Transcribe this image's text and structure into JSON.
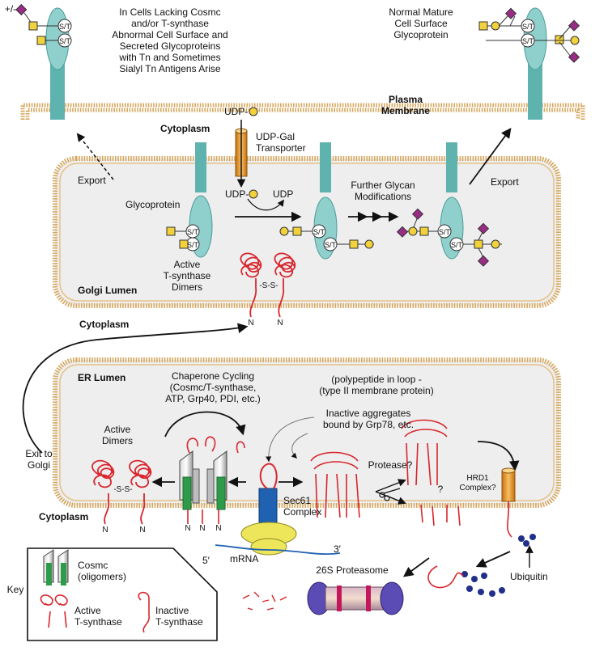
{
  "colors": {
    "glycoprotein": "#8fcfcc",
    "glycoprotein_stem": "#5fb3af",
    "membrane": "#e0a860",
    "compartment_fill": "#eeeeee",
    "galnac_square": "#f2d23c",
    "galactose_circle": "#f2d23c",
    "sialic_acid_diamond": "#992c84",
    "tsynthase_red": "#d8262e",
    "cosmc_green": "#2e9b4a",
    "transporter_orange": "#e89a2a",
    "sec61_blue": "#1f62b2",
    "ribosome_yellow": "#ede65a",
    "ubiquitin_blue": "#1f2f8a",
    "proteasome": "#6a4fa8"
  },
  "labels": {
    "abnormal_note": "In Cells Lacking Cosmc\nand/or T-synthase\nAbnormal Cell Surface and\nSecreted Glycoproteins\nwith Tn and  Sometimes\nSialyl Tn Antigens Arise",
    "plus_minus": "+/-",
    "normal_note": "Normal Mature\nCell Surface\nGlycoprotein",
    "plasma_membrane": "Plasma\nMembrane",
    "cytoplasm_top": "Cytoplasm",
    "udp_gal_input": "UDP-",
    "udp_gal_transporter": "UDP-Gal\nTransporter",
    "udp_gal_lumen": "UDP-",
    "udp_product": "UDP",
    "export_left": "Export",
    "export_right": "Export",
    "glycoprotein": "Glycoprotein",
    "further_glycan": "Further Glycan\nModifications",
    "active_dimers_golgi": "Active\nT-synthase\nDimers",
    "golgi_lumen": "Golgi Lumen",
    "ss_bond": "-S-S-",
    "cytoplasm_middle": "Cytoplasm",
    "er_lumen": "ER Lumen",
    "chaperone_cycling": "Chaperone Cycling\n(Cosmc/T-synthase,\nATP, Grp40, PDI, etc.)",
    "polypeptide_loop": "(polypeptide in loop -\n(type II membrane protein)",
    "inactive_aggregates": "Inactive aggregates\nbound by Grp78, etc.",
    "active_dimers_er": "Active\nDimers",
    "exit_to_golgi": "Exit to\nGolgi",
    "protease": "Protease?",
    "hrd1": "HRD1\nComplex?",
    "question_mark": "?",
    "sec61": "Sec61\nComplex",
    "cytoplasm_bottom": "Cytoplasm",
    "n_terminus": "N",
    "mrna": "mRNA",
    "five_prime": "5′",
    "three_prime": "3′",
    "proteasome": "26S Proteasome",
    "ubiquitin": "Ubiquitin",
    "st_site": "S/T"
  },
  "key": {
    "title": "Key",
    "cosmc": "Cosmc\n(oligomers)",
    "active": "Active\nT-synthase",
    "inactive": "Inactive\nT-synthase"
  }
}
